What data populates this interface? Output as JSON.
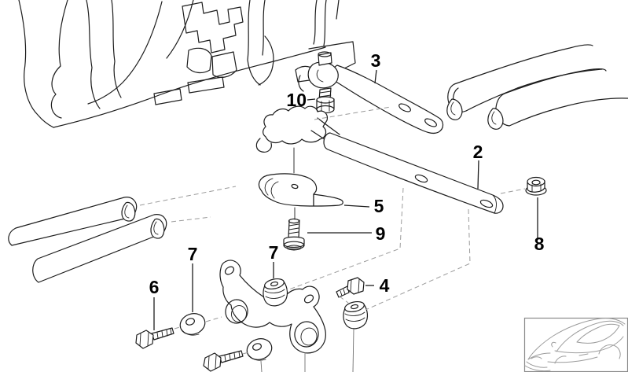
{
  "diagram": {
    "type": "exploded-parts-diagram",
    "colors": {
      "background": "#ffffff",
      "line": "#1c1c1c",
      "guide": "#9b9b9b",
      "inset_line": "#9c9c9c"
    },
    "callouts": [
      {
        "id": "2",
        "text": "2"
      },
      {
        "id": "3",
        "text": "3"
      },
      {
        "id": "4",
        "text": "4"
      },
      {
        "id": "5",
        "text": "5"
      },
      {
        "id": "6",
        "text": "6"
      },
      {
        "id": "7a",
        "text": "7"
      },
      {
        "id": "7b",
        "text": "7"
      },
      {
        "id": "8",
        "text": "8"
      },
      {
        "id": "9",
        "text": "9"
      },
      {
        "id": "10",
        "text": "10"
      }
    ],
    "icons": {
      "inset": "car-silhouette"
    }
  }
}
